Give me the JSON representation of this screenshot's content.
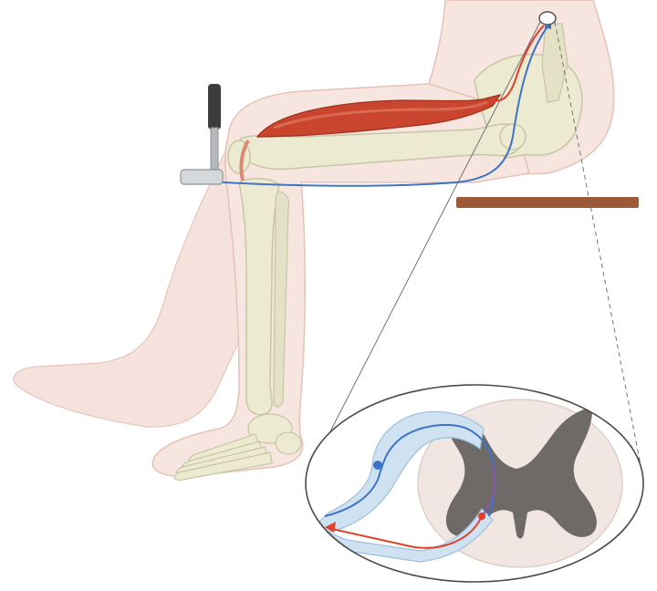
{
  "figure": {
    "subject": "patellar-knee-jerk-reflex",
    "labels": [],
    "colors": {
      "skin_fill": "#f7e5df",
      "skin_outline": "#e5c2b8",
      "bone_fill": "#ecebd2",
      "bone_outline": "#c8c5a4",
      "muscle": "#c9452e",
      "muscle_dark": "#9f2e1d",
      "sensory_nerve": "#3d74c4",
      "motor_nerve": "#e0402a",
      "interneuron": "#8a57b0",
      "gray_matter": "#6d6a68",
      "white_matter": "#f1e6e2",
      "root_sheath": "#cfe2f2",
      "seat": "#9c5a36",
      "hammer_handle": "#3c3c3c",
      "hammer_head": "#d6d9dc"
    },
    "parts": {
      "leg": "leg-with-skeleton",
      "muscle": "quadriceps-muscle",
      "tool": "reflex-hammer",
      "seat": "bench-seat",
      "inset": "spinal-cord-cross-section"
    }
  }
}
